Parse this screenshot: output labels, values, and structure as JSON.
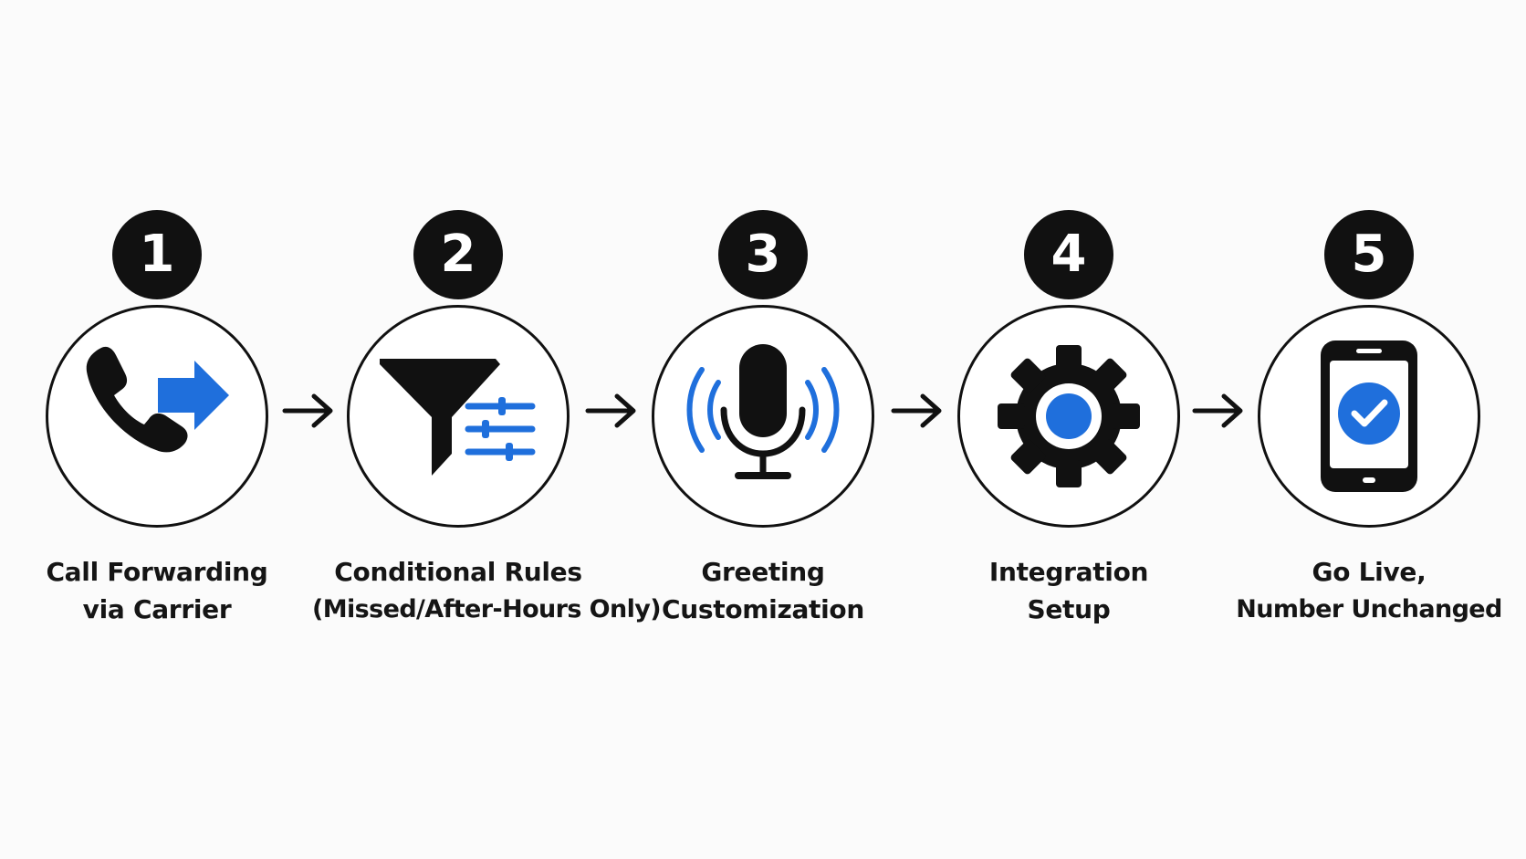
{
  "steps": [
    {
      "number": "1",
      "icon": "phone-forward-icon",
      "label_line1": "Call Forwarding",
      "label_line2": "via Carrier"
    },
    {
      "number": "2",
      "icon": "filter-sliders-icon",
      "label_line1": "Conditional Rules",
      "label_line2": "(Missed/After-Hours Only)"
    },
    {
      "number": "3",
      "icon": "microphone-icon",
      "label_line1": "Greeting",
      "label_line2": "Customization"
    },
    {
      "number": "4",
      "icon": "gear-icon",
      "label_line1": "Integration",
      "label_line2": "Setup"
    },
    {
      "number": "5",
      "icon": "phone-check-icon",
      "label_line1": "Go Live,",
      "label_line2": "Number Unchanged"
    }
  ],
  "colors": {
    "accent": "#1f6fdc",
    "ink": "#111111",
    "background": "#fbfbfb"
  }
}
